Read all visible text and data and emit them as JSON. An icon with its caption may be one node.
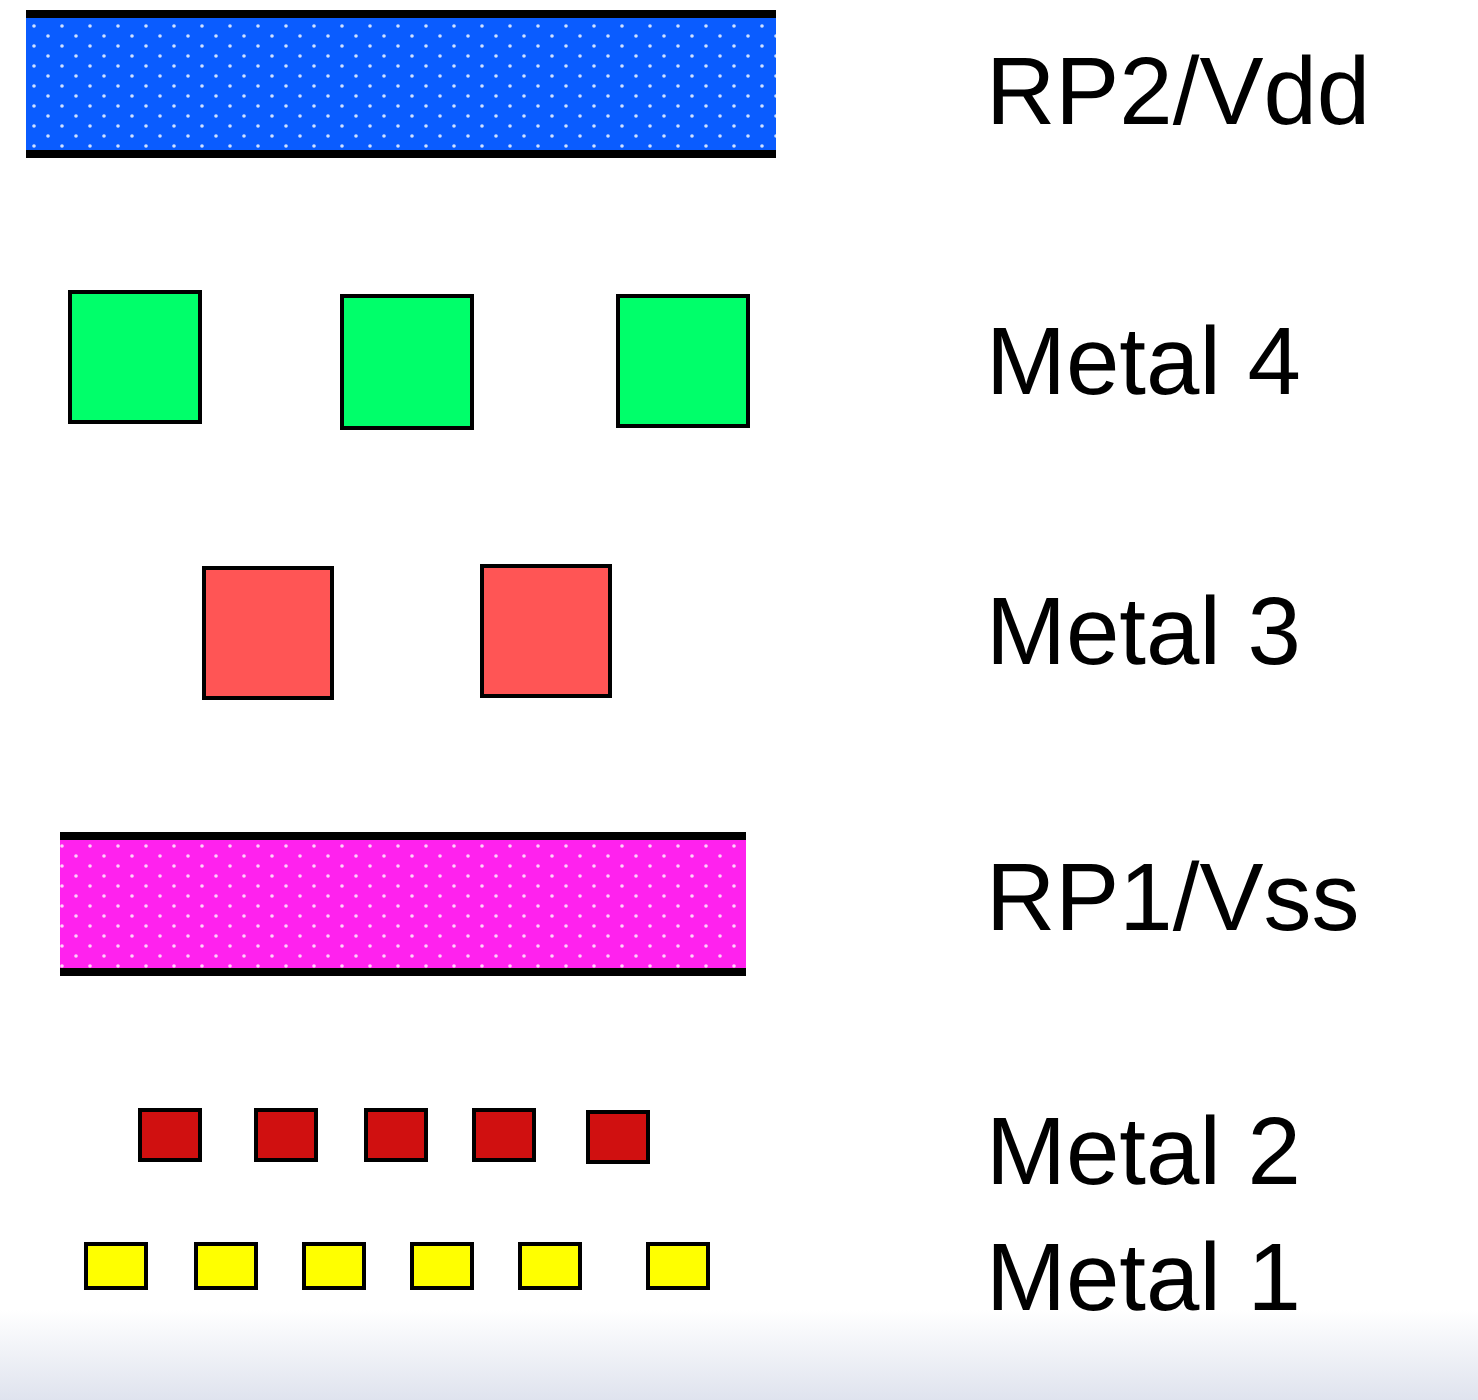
{
  "diagram": {
    "labels": [
      "RP2/Vdd",
      "Metal 4",
      "Metal 3",
      "RP1/Vss",
      "Metal 2",
      "Metal 1"
    ]
  }
}
